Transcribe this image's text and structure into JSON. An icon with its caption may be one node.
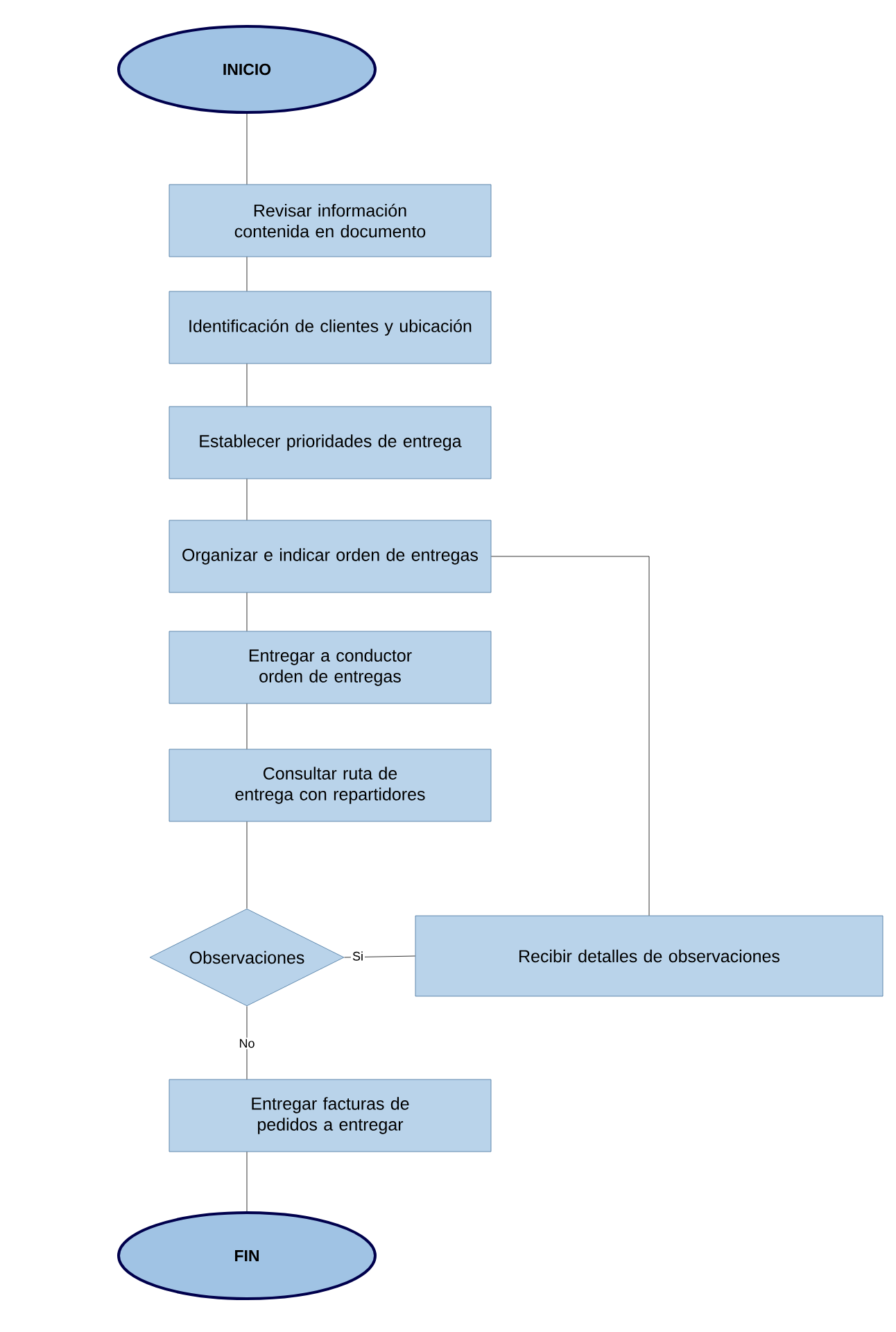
{
  "diagram": {
    "nodes": [
      {
        "text": [
          "INICIO"
        ]
      },
      {
        "text": [
          "Revisar información contenida en documento"
        ]
      },
      {
        "text": [
          "Identificación de clientes y ubicación"
        ]
      },
      {
        "text": [
          "Establecer prioridades de entrega"
        ]
      },
      {
        "text": [
          "Organizar e indicar orden de entregas"
        ]
      },
      {
        "text": [
          "Entregar a conductor orden de entregas"
        ]
      },
      {
        "text": [
          "Consultar ruta de entrega con repartidores"
        ]
      },
      {
        "text": [
          "Observaciones"
        ]
      },
      {
        "text": [
          "Recibir detalles de observaciones"
        ]
      },
      {
        "text": [
          "Entregar facturas de pedidos a entregar"
        ]
      },
      {
        "text": [
          "FIN"
        ]
      }
    ],
    "edges": [
      {
        "from": 0,
        "to": 1,
        "arrow": "none"
      },
      {
        "from": 1,
        "to": 2,
        "arrow": "none"
      },
      {
        "from": 2,
        "to": 3,
        "arrow": "none"
      },
      {
        "from": 3,
        "to": 4,
        "arrow": "none"
      },
      {
        "from": 4,
        "to": 5,
        "arrow": "none"
      },
      {
        "from": 5,
        "to": 6,
        "arrow": "none"
      },
      {
        "from": 6,
        "to": 7,
        "arrow": "none"
      },
      {
        "from": 7,
        "to": 8,
        "arrow": "none",
        "label": "Si"
      },
      {
        "from": 8,
        "to": 4,
        "arrow": "none"
      },
      {
        "from": 7,
        "to": 9,
        "arrow": "none",
        "label": "No"
      },
      {
        "from": 9,
        "to": 10,
        "arrow": "none"
      }
    ]
  }
}
